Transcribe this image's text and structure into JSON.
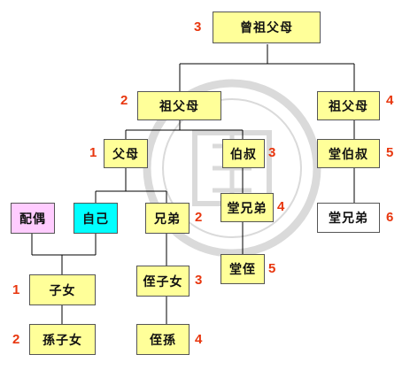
{
  "colors": {
    "node_default": "#ffff99",
    "node_spouse": "#ffccff",
    "node_self": "#00ffff",
    "node_white": "#ffffff",
    "line": "#000000",
    "number": "#e8360e",
    "watermark": "#bcbcbc"
  },
  "nodes": {
    "great_grandparents": {
      "label": "曾祖父母",
      "degree": "3"
    },
    "grandparents": {
      "label": "祖父母",
      "degree": "2"
    },
    "grandparents_side": {
      "label": "祖父母",
      "degree": "4"
    },
    "parents": {
      "label": "父母",
      "degree": "1"
    },
    "uncles": {
      "label": "伯叔",
      "degree": "3"
    },
    "uncles_side": {
      "label": "堂伯叔",
      "degree": "5"
    },
    "spouse": {
      "label": "配偶"
    },
    "self": {
      "label": "自己"
    },
    "siblings": {
      "label": "兄弟",
      "degree": "2"
    },
    "cousins": {
      "label": "堂兄弟",
      "degree": "4"
    },
    "cousins_side": {
      "label": "堂兄弟",
      "degree": "6"
    },
    "children": {
      "label": "子女",
      "degree": "1"
    },
    "nieces_nephews": {
      "label": "侄子女",
      "degree": "3"
    },
    "cousins_children": {
      "label": "堂侄",
      "degree": "5"
    },
    "grandchildren": {
      "label": "孫子女",
      "degree": "2"
    },
    "grandnephews": {
      "label": "侄孫",
      "degree": "4"
    }
  }
}
